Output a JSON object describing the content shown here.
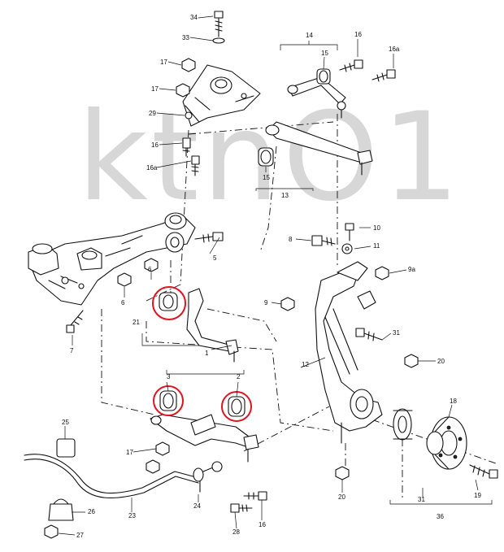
{
  "watermark": "ktnO1",
  "highlight_color": "#e0141e",
  "callouts": {
    "c34": "34",
    "c33": "33",
    "c17a": "17",
    "c17b": "17",
    "c29": "29",
    "c16a": "16",
    "c16aa": "16a",
    "c14": "14",
    "c16b": "16",
    "c16ab": "16a",
    "c15a": "15",
    "c15b": "15",
    "c13": "13",
    "c10": "10",
    "c8": "8",
    "c11": "11",
    "c9a": "9a",
    "c9": "9",
    "c5": "5",
    "c6a": "6",
    "c6b": "6",
    "c7": "7",
    "c21": "21",
    "c1": "1",
    "c31a": "31",
    "c12": "12",
    "c20a": "20",
    "c3": "3",
    "c2": "2",
    "c18": "18",
    "c25": "25",
    "c17c": "17",
    "c23": "23",
    "c26": "26",
    "c27": "27",
    "c24": "24",
    "c28": "28",
    "c16c": "16",
    "c20b": "20",
    "c31b": "31",
    "c19": "19",
    "c36": "36"
  }
}
